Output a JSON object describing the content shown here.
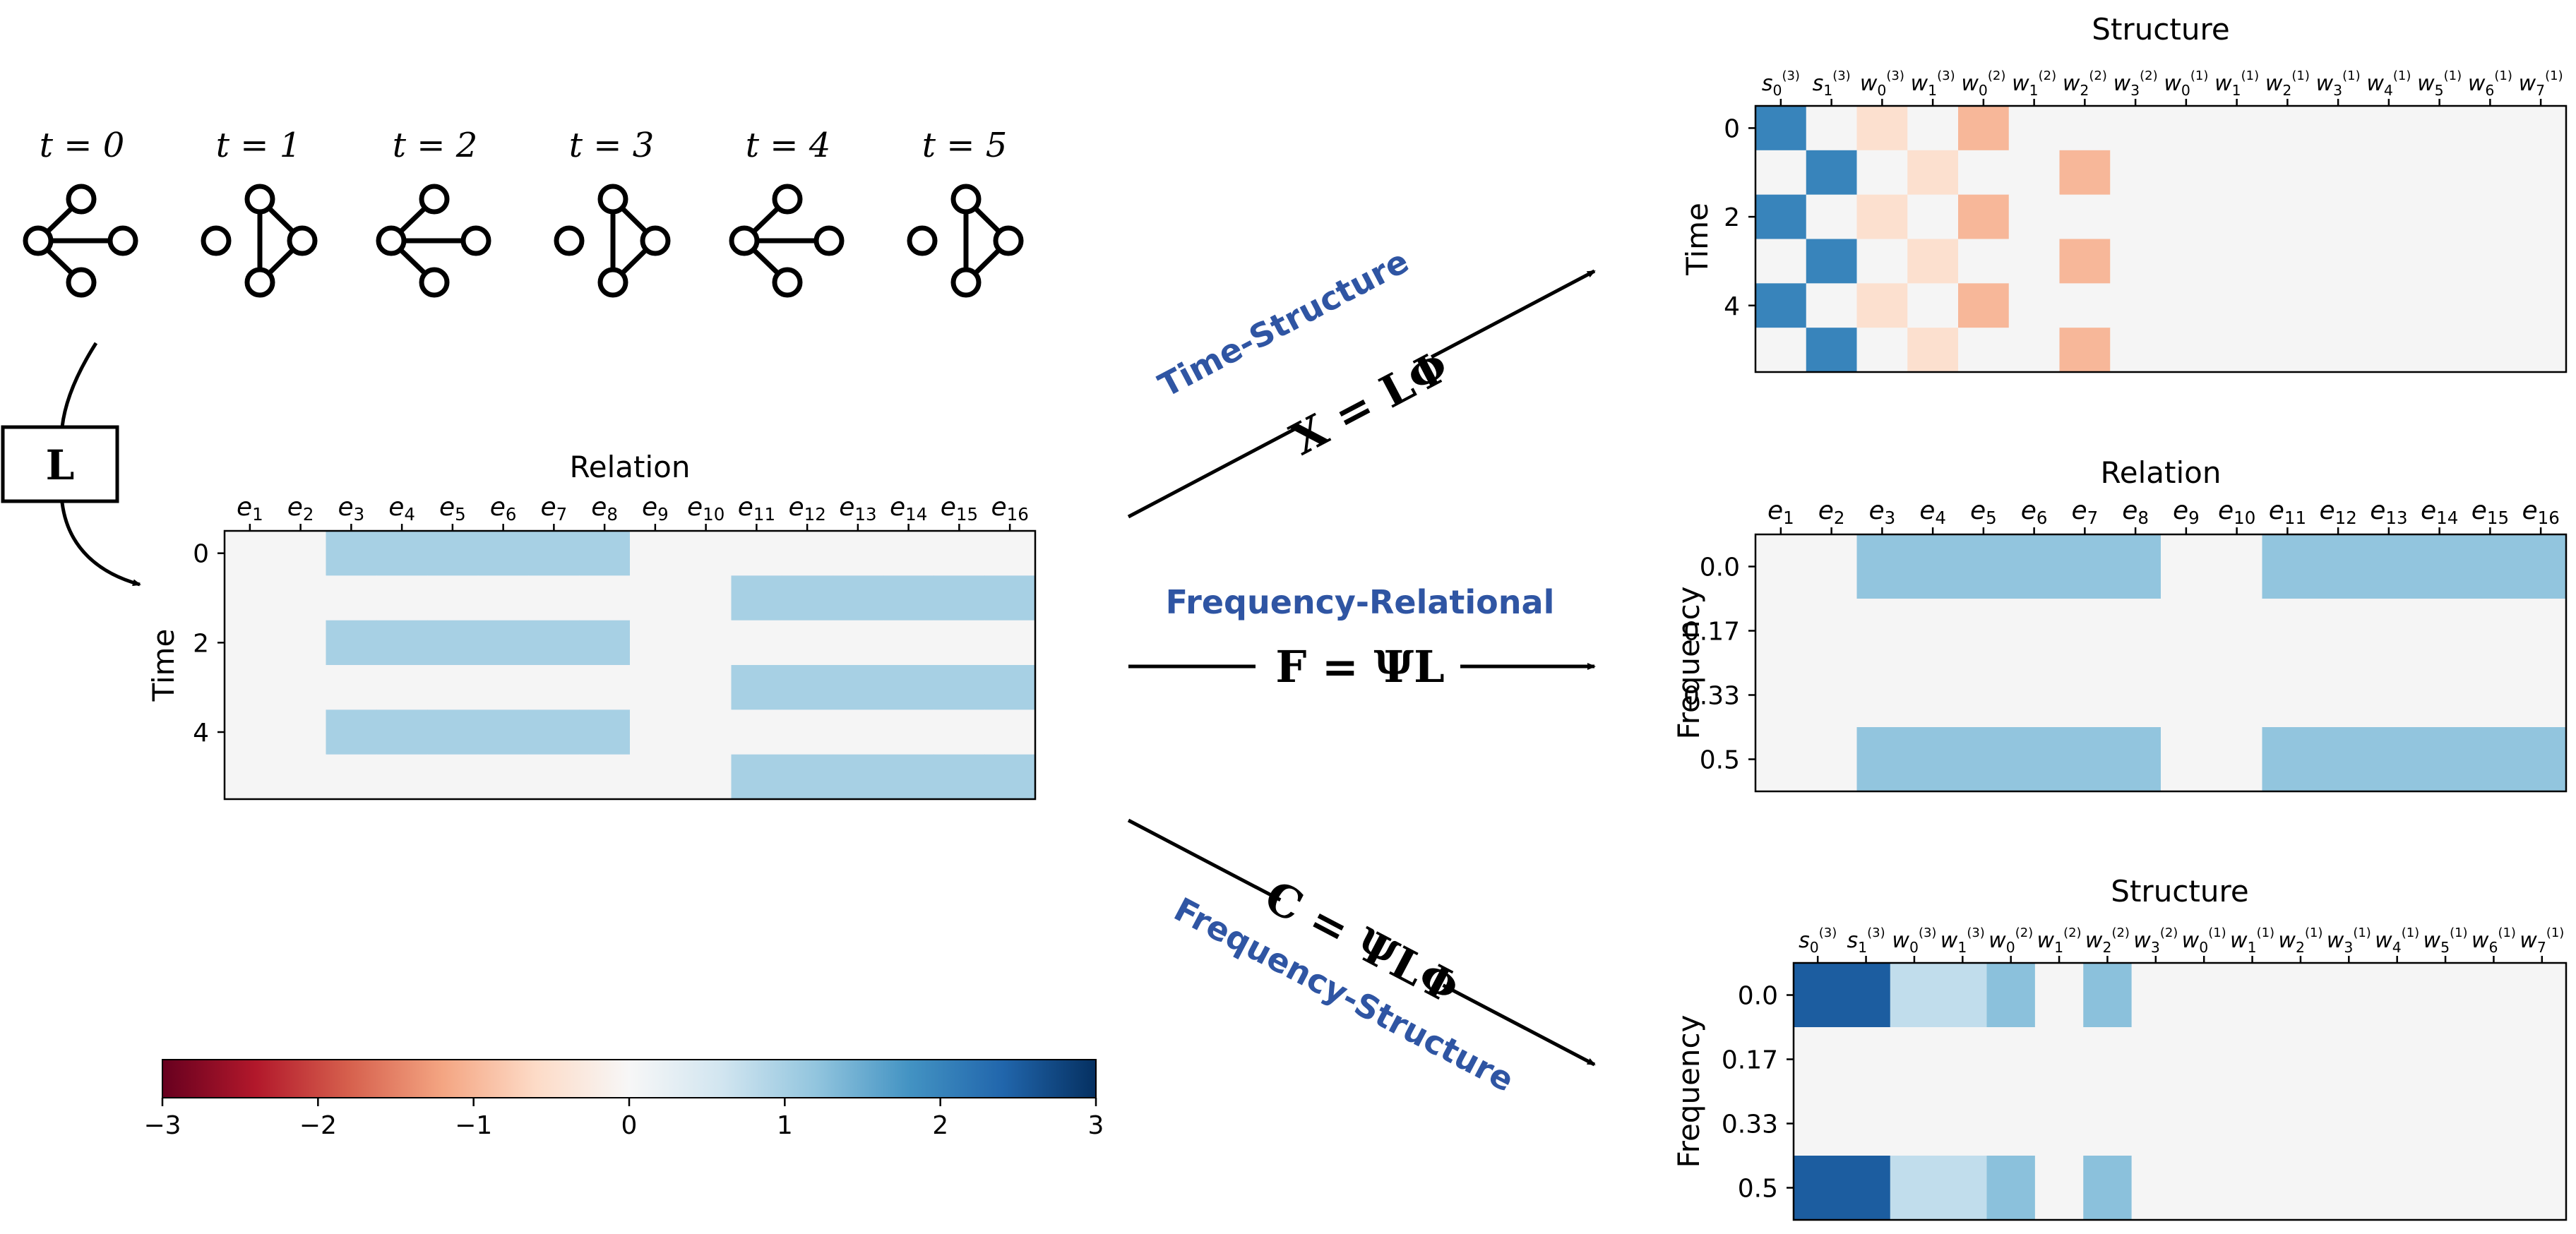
{
  "timesteps": [
    {
      "label": "t = 0",
      "graph": "star"
    },
    {
      "label": "t = 1",
      "graph": "triangle"
    },
    {
      "label": "t = 2",
      "graph": "star"
    },
    {
      "label": "t = 3",
      "graph": "triangle"
    },
    {
      "label": "t = 4",
      "graph": "star"
    },
    {
      "label": "t = 5",
      "graph": "triangle"
    }
  ],
  "l_box_label": "L",
  "arrows": {
    "time_structure": {
      "caption": "Time-Structure",
      "formula": "X = LΦ"
    },
    "frequency_relational": {
      "caption": "Frequency-Relational",
      "formula": "F = ΨL"
    },
    "frequency_structure": {
      "caption": "Frequency-Structure",
      "formula": "C = ΨLΦ"
    }
  },
  "colors": {
    "caption_blue": "#2f55a3",
    "cell_empty": "#f5f5f5"
  },
  "colorbar": {
    "ticks": [
      "−3",
      "−2",
      "−1",
      "0",
      "1",
      "2",
      "3"
    ],
    "range": [
      -3,
      3
    ],
    "colormap": "RdBu"
  },
  "chart_data": [
    {
      "id": "L_matrix",
      "type": "heatmap",
      "title": "Relation",
      "ylabel": "Time",
      "x_labels": [
        [
          "e",
          "1",
          ""
        ],
        [
          "e",
          "2",
          ""
        ],
        [
          "e",
          "3",
          ""
        ],
        [
          "e",
          "4",
          ""
        ],
        [
          "e",
          "5",
          ""
        ],
        [
          "e",
          "6",
          ""
        ],
        [
          "e",
          "7",
          ""
        ],
        [
          "e",
          "8",
          ""
        ],
        [
          "e",
          "9",
          ""
        ],
        [
          "e",
          "10",
          ""
        ],
        [
          "e",
          "11",
          ""
        ],
        [
          "e",
          "12",
          ""
        ],
        [
          "e",
          "13",
          ""
        ],
        [
          "e",
          "14",
          ""
        ],
        [
          "e",
          "15",
          ""
        ],
        [
          "e",
          "16",
          ""
        ]
      ],
      "yticks": [
        {
          "row": 0,
          "label": "0"
        },
        {
          "row": 2,
          "label": "2"
        },
        {
          "row": 4,
          "label": "4"
        }
      ],
      "values": [
        [
          0,
          0,
          1,
          1,
          1,
          1,
          1,
          1,
          0,
          0,
          0,
          0,
          0,
          0,
          0,
          0
        ],
        [
          0,
          0,
          0,
          0,
          0,
          0,
          0,
          0,
          0,
          0,
          1,
          1,
          1,
          1,
          1,
          1
        ],
        [
          0,
          0,
          1,
          1,
          1,
          1,
          1,
          1,
          0,
          0,
          0,
          0,
          0,
          0,
          0,
          0
        ],
        [
          0,
          0,
          0,
          0,
          0,
          0,
          0,
          0,
          0,
          0,
          1,
          1,
          1,
          1,
          1,
          1
        ],
        [
          0,
          0,
          1,
          1,
          1,
          1,
          1,
          1,
          0,
          0,
          0,
          0,
          0,
          0,
          0,
          0
        ],
        [
          0,
          0,
          0,
          0,
          0,
          0,
          0,
          0,
          0,
          0,
          1,
          1,
          1,
          1,
          1,
          1
        ]
      ]
    },
    {
      "id": "X_matrix",
      "type": "heatmap",
      "title": "Structure",
      "ylabel": "Time",
      "x_labels": [
        [
          "s",
          "0",
          "(3)"
        ],
        [
          "s",
          "1",
          "(3)"
        ],
        [
          "w",
          "0",
          "(3)"
        ],
        [
          "w",
          "1",
          "(3)"
        ],
        [
          "w",
          "0",
          "(2)"
        ],
        [
          "w",
          "1",
          "(2)"
        ],
        [
          "w",
          "2",
          "(2)"
        ],
        [
          "w",
          "3",
          "(2)"
        ],
        [
          "w",
          "0",
          "(1)"
        ],
        [
          "w",
          "1",
          "(1)"
        ],
        [
          "w",
          "2",
          "(1)"
        ],
        [
          "w",
          "3",
          "(1)"
        ],
        [
          "w",
          "4",
          "(1)"
        ],
        [
          "w",
          "5",
          "(1)"
        ],
        [
          "w",
          "6",
          "(1)"
        ],
        [
          "w",
          "7",
          "(1)"
        ]
      ],
      "yticks": [
        {
          "row": 0,
          "label": "0"
        },
        {
          "row": 2,
          "label": "2"
        },
        {
          "row": 4,
          "label": "4"
        }
      ],
      "values": [
        [
          2,
          0,
          -0.5,
          0,
          -1,
          0,
          0,
          0,
          0,
          0,
          0,
          0,
          0,
          0,
          0,
          0
        ],
        [
          0,
          2,
          0,
          -0.5,
          0,
          0,
          -1,
          0,
          0,
          0,
          0,
          0,
          0,
          0,
          0,
          0
        ],
        [
          2,
          0,
          -0.5,
          0,
          -1,
          0,
          0,
          0,
          0,
          0,
          0,
          0,
          0,
          0,
          0,
          0
        ],
        [
          0,
          2,
          0,
          -0.5,
          0,
          0,
          -1,
          0,
          0,
          0,
          0,
          0,
          0,
          0,
          0,
          0
        ],
        [
          2,
          0,
          -0.5,
          0,
          -1,
          0,
          0,
          0,
          0,
          0,
          0,
          0,
          0,
          0,
          0,
          0
        ],
        [
          0,
          2,
          0,
          -0.5,
          0,
          0,
          -1,
          0,
          0,
          0,
          0,
          0,
          0,
          0,
          0,
          0
        ]
      ]
    },
    {
      "id": "F_matrix",
      "type": "heatmap",
      "title": "Relation",
      "ylabel": "Frequency",
      "x_labels": [
        [
          "e",
          "1",
          ""
        ],
        [
          "e",
          "2",
          ""
        ],
        [
          "e",
          "3",
          ""
        ],
        [
          "e",
          "4",
          ""
        ],
        [
          "e",
          "5",
          ""
        ],
        [
          "e",
          "6",
          ""
        ],
        [
          "e",
          "7",
          ""
        ],
        [
          "e",
          "8",
          ""
        ],
        [
          "e",
          "9",
          ""
        ],
        [
          "e",
          "10",
          ""
        ],
        [
          "e",
          "11",
          ""
        ],
        [
          "e",
          "12",
          ""
        ],
        [
          "e",
          "13",
          ""
        ],
        [
          "e",
          "14",
          ""
        ],
        [
          "e",
          "15",
          ""
        ],
        [
          "e",
          "16",
          ""
        ]
      ],
      "yticks": [
        {
          "row": 0,
          "label": "0.0"
        },
        {
          "row": 1,
          "label": "0.17"
        },
        {
          "row": 2,
          "label": "0.33"
        },
        {
          "row": 3,
          "label": "0.5"
        }
      ],
      "values": [
        [
          0,
          0,
          1.2,
          1.2,
          1.2,
          1.2,
          1.2,
          1.2,
          0,
          0,
          1.2,
          1.2,
          1.2,
          1.2,
          1.2,
          1.2
        ],
        [
          0,
          0,
          0,
          0,
          0,
          0,
          0,
          0,
          0,
          0,
          0,
          0,
          0,
          0,
          0,
          0
        ],
        [
          0,
          0,
          0,
          0,
          0,
          0,
          0,
          0,
          0,
          0,
          0,
          0,
          0,
          0,
          0,
          0
        ],
        [
          0,
          0,
          1.2,
          1.2,
          1.2,
          1.2,
          1.2,
          1.2,
          0,
          0,
          1.2,
          1.2,
          1.2,
          1.2,
          1.2,
          1.2
        ]
      ]
    },
    {
      "id": "C_matrix",
      "type": "heatmap",
      "title": "Structure",
      "ylabel": "Frequency",
      "x_labels": [
        [
          "s",
          "0",
          "(3)"
        ],
        [
          "s",
          "1",
          "(3)"
        ],
        [
          "w",
          "0",
          "(3)"
        ],
        [
          "w",
          "1",
          "(3)"
        ],
        [
          "w",
          "0",
          "(2)"
        ],
        [
          "w",
          "1",
          "(2)"
        ],
        [
          "w",
          "2",
          "(2)"
        ],
        [
          "w",
          "3",
          "(2)"
        ],
        [
          "w",
          "0",
          "(1)"
        ],
        [
          "w",
          "1",
          "(1)"
        ],
        [
          "w",
          "2",
          "(1)"
        ],
        [
          "w",
          "3",
          "(1)"
        ],
        [
          "w",
          "4",
          "(1)"
        ],
        [
          "w",
          "5",
          "(1)"
        ],
        [
          "w",
          "6",
          "(1)"
        ],
        [
          "w",
          "7",
          "(1)"
        ]
      ],
      "yticks": [
        {
          "row": 0,
          "label": "0.0"
        },
        {
          "row": 1,
          "label": "0.17"
        },
        {
          "row": 2,
          "label": "0.33"
        },
        {
          "row": 3,
          "label": "0.5"
        }
      ],
      "values": [
        [
          2.5,
          2.5,
          0.75,
          0.75,
          1.25,
          0,
          1.25,
          0,
          0,
          0,
          0,
          0,
          0,
          0,
          0,
          0
        ],
        [
          0,
          0,
          0,
          0,
          0,
          0,
          0,
          0,
          0,
          0,
          0,
          0,
          0,
          0,
          0,
          0
        ],
        [
          0,
          0,
          0,
          0,
          0,
          0,
          0,
          0,
          0,
          0,
          0,
          0,
          0,
          0,
          0,
          0
        ],
        [
          2.5,
          2.5,
          0.75,
          0.75,
          1.25,
          0,
          1.25,
          0,
          0,
          0,
          0,
          0,
          0,
          0,
          0,
          0
        ]
      ]
    }
  ]
}
